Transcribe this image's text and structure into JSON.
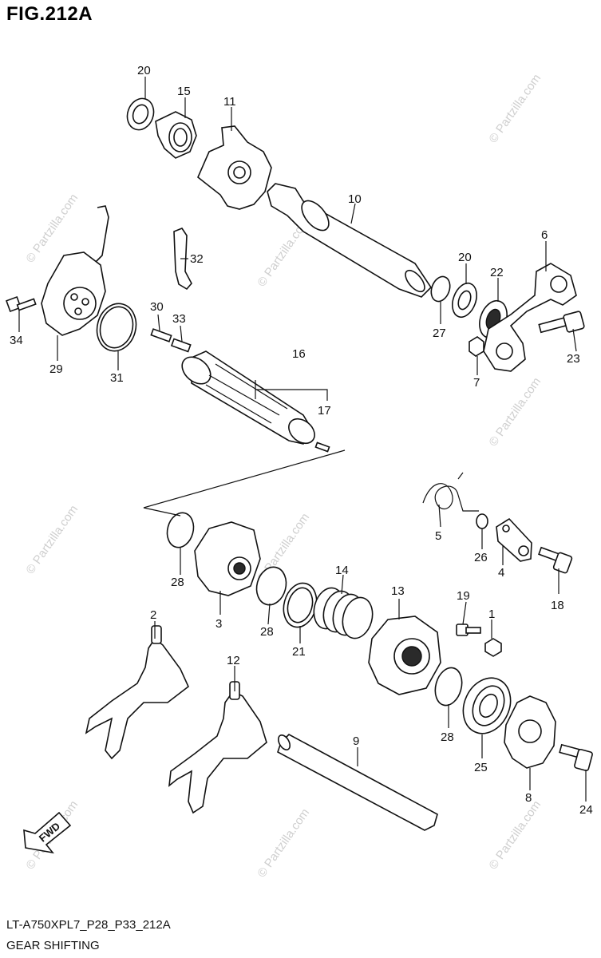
{
  "figure": {
    "title": "FIG.212A",
    "model_code": "LT-A750XPL7_P28_P33_212A",
    "section_name": "GEAR SHIFTING",
    "watermark": "© Partzilla.com",
    "fwd_label": "FWD"
  },
  "callouts": [
    "20",
    "15",
    "11",
    "10",
    "6",
    "20",
    "22",
    "32",
    "27",
    "7",
    "23",
    "29",
    "34",
    "30",
    "33",
    "31",
    "16",
    "17",
    "5",
    "28",
    "3",
    "14",
    "13",
    "26",
    "4",
    "18",
    "28",
    "21",
    "19",
    "1",
    "2",
    "12",
    "28",
    "25",
    "9",
    "8",
    "24"
  ]
}
